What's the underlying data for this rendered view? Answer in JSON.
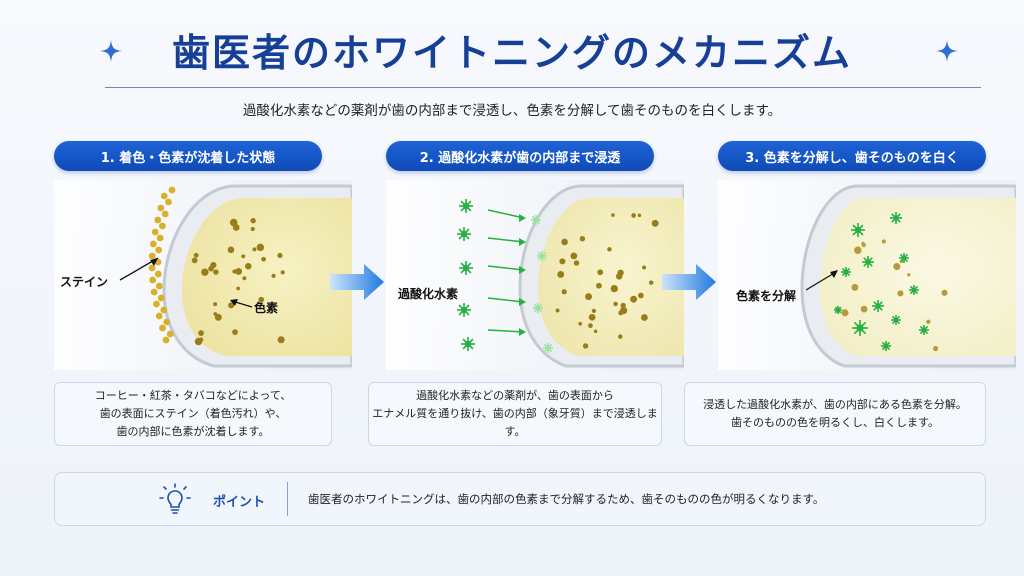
{
  "header": {
    "title": "歯医者のホワイトニングのメカニズム",
    "subtitle": "過酸化水素などの薬剤が歯の内部まで浸透し、色素を分解して歯そのものを白くします。"
  },
  "steps": [
    {
      "badge": "1. 着色・色素が沈着した状態",
      "labels": {
        "stain": "ステイン",
        "pigment": "色素"
      },
      "desc": [
        "コーヒー・紅茶・タバコなどによって、",
        "歯の表面にステイン（着色汚れ）や、",
        "歯の内部に色素が沈着します。"
      ]
    },
    {
      "badge": "2. 過酸化水素が歯の内部まで浸透",
      "labels": {
        "peroxide": "過酸化水素"
      },
      "desc": [
        "過酸化水素などの薬剤が、歯の表面から",
        "エナメル質を通り抜け、歯の内部（象牙質）まで浸透します。"
      ]
    },
    {
      "badge": "3. 色素を分解し、歯そのものを白く",
      "labels": {
        "decompose": "色素を分解"
      },
      "desc": [
        "浸透した過酸化水素が、歯の内部にある色素を分解。",
        "歯そのものの色を明るくし、白くします。"
      ]
    }
  ],
  "point": {
    "icon": "lightbulb-icon",
    "label": "ポイント",
    "text": "歯医者のホワイトニングは、歯の内部の色素まで分解するため、歯そのものの色が明るくなります。"
  },
  "colors": {
    "accent": "#1557c7",
    "title": "#163f96",
    "stain": "#d8b02a",
    "pigment": "#9a7c18",
    "peroxide": "#27b043",
    "arrow": "#2d8be6"
  }
}
